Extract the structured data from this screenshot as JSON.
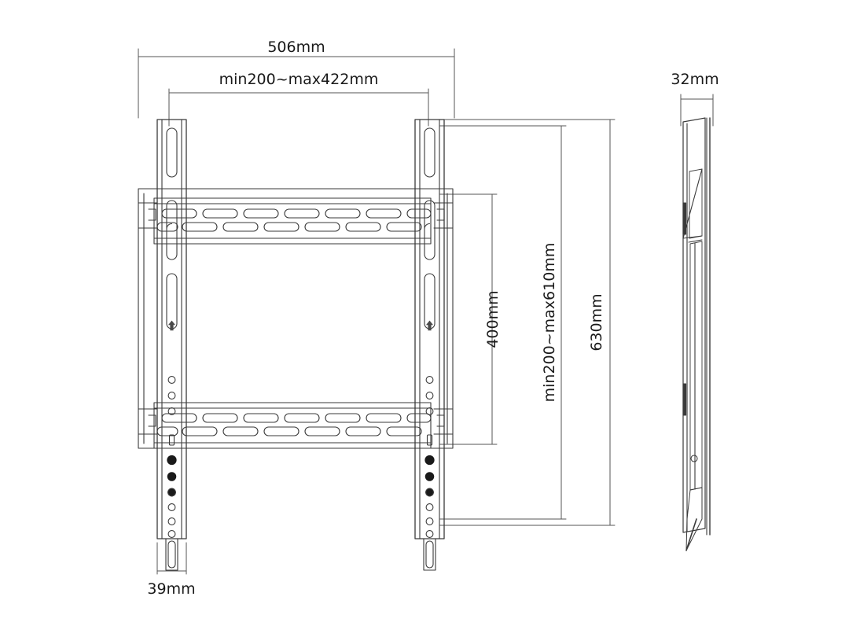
{
  "drawing": {
    "title": "TV wall mount bracket technical drawing",
    "background_color": "#ffffff",
    "line_color": "#3a3a3a",
    "dimension_line_color": "#555555",
    "text_color": "#1a1a1a",
    "views": {
      "front": "front-view",
      "side": "side-view"
    }
  },
  "dimensions": {
    "overall_width": "506mm",
    "mount_width_range": "min200~max422mm",
    "vesa_height": "400mm",
    "mount_height_range": "min200~max610mm",
    "overall_height": "630mm",
    "rail_width": "39mm",
    "depth": "32mm"
  },
  "labels": {
    "width_506": "506mm",
    "width_range": "min200~max422mm",
    "height_400": "400mm",
    "height_range": "min200~max610mm",
    "height_630": "630mm",
    "rail_39": "39mm",
    "depth_32": "32mm"
  },
  "components": {
    "left_rail": "vertical-rail-left",
    "right_rail": "vertical-rail-right",
    "upper_crossbar": "horizontal-crossbar-upper",
    "lower_crossbar": "horizontal-crossbar-lower",
    "wall_plate": "wall-plate",
    "orientation_marker": "up-arrow-marker"
  }
}
